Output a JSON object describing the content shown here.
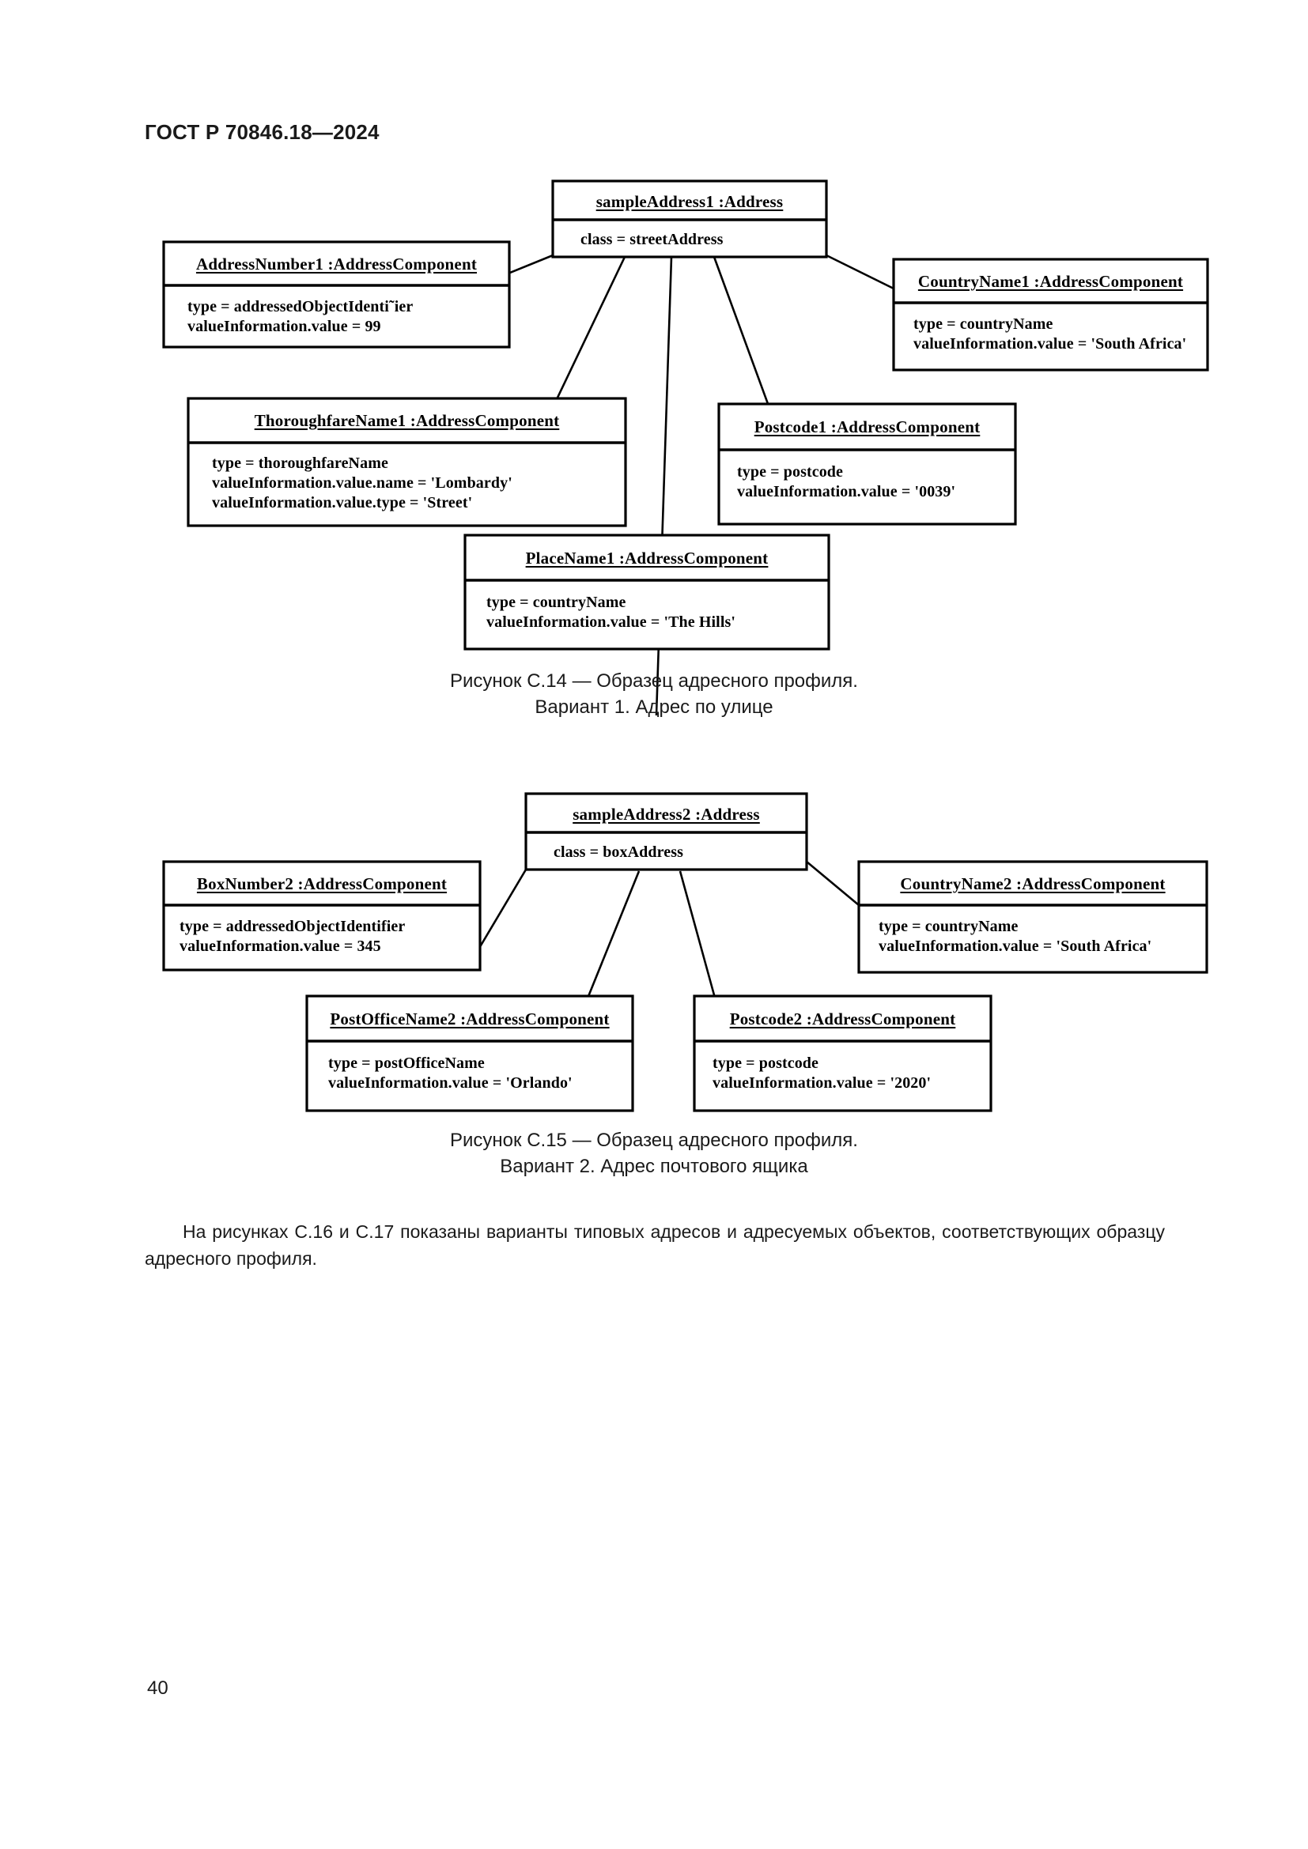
{
  "header": {
    "standard_number": "ГОСТ Р 70846.18—2024"
  },
  "footer": {
    "page_number": "40"
  },
  "figures": [
    {
      "id": "C.14",
      "caption_line1": "Рисунок С.14 — Образец адресного профиля.",
      "caption_line2": "Вариант 1. Адрес по улице",
      "root": {
        "name": "sampleAddress1 :Address",
        "attributes": [
          "class = streetAddress"
        ]
      },
      "components": [
        {
          "name": "AddressNumber1 :AddressComponent",
          "attributes": [
            "type = addressedObjectIdenti˜ier",
            "valueInformation.value = 99"
          ]
        },
        {
          "name": "CountryName1 :AddressComponent",
          "attributes": [
            "type = countryName",
            "valueInformation.value = 'South Africa'"
          ]
        },
        {
          "name": "ThoroughfareName1 :AddressComponent",
          "attributes": [
            "type = thoroughfareName",
            "valueInformation.value.name = 'Lombardy'",
            "valueInformation.value.type = 'Street'"
          ]
        },
        {
          "name": "Postcode1 :AddressComponent",
          "attributes": [
            "type = postcode",
            "valueInformation.value = '0039'"
          ]
        },
        {
          "name": "PlaceName1 :AddressComponent",
          "attributes": [
            "type = countryName",
            "valueInformation.value = 'The Hills'"
          ]
        }
      ]
    },
    {
      "id": "C.15",
      "caption_line1": "Рисунок С.15 — Образец адресного профиля.",
      "caption_line2": "Вариант 2. Адрес почтового ящика",
      "root": {
        "name": "sampleAddress2 :Address",
        "attributes": [
          "class = boxAddress"
        ]
      },
      "components": [
        {
          "name": "BoxNumber2 :AddressComponent",
          "attributes": [
            "type = addressedObjectIdentifier",
            "valueInformation.value = 345"
          ]
        },
        {
          "name": "CountryName2 :AddressComponent",
          "attributes": [
            "type = countryName",
            "valueInformation.value = 'South Africa'"
          ]
        },
        {
          "name": "PostOfficeName2 :AddressComponent",
          "attributes": [
            "type = postOfficeName",
            "valueInformation.value = 'Orlando'"
          ]
        },
        {
          "name": "Postcode2 :AddressComponent",
          "attributes": [
            "type = postcode",
            "valueInformation.value = '2020'"
          ]
        }
      ]
    }
  ],
  "body": {
    "paragraph": "На рисунках С.16 и С.17 показаны варианты типовых адресов и адресуемых объектов, соответствующих образцу адресного профиля."
  },
  "colors": {
    "text": "#1a1a1a",
    "diagram_stroke": "#000000",
    "page_background": "#ffffff"
  }
}
